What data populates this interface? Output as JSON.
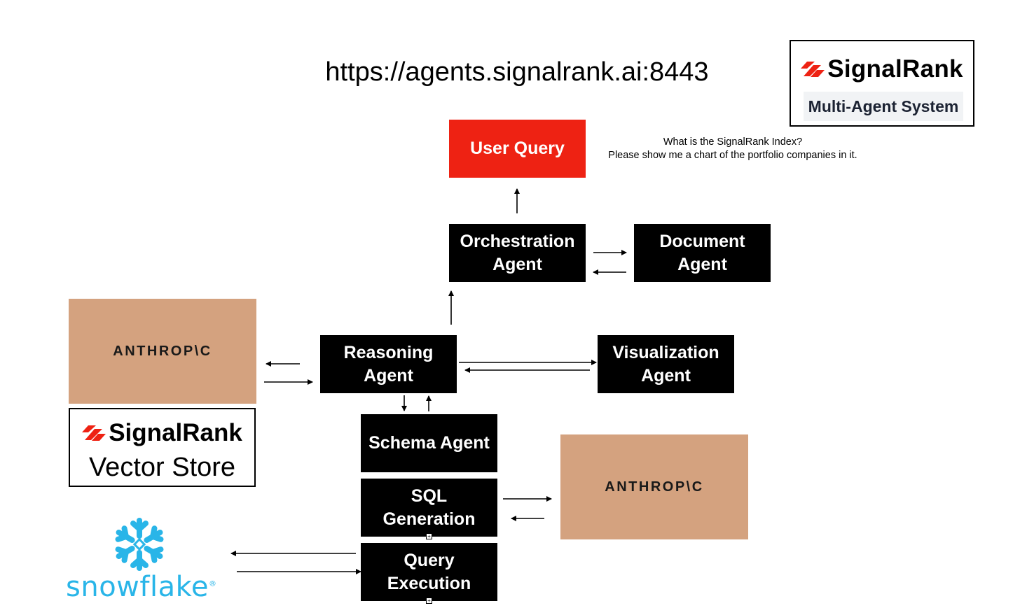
{
  "header": {
    "url": "https://agents.signalrank.ai:8443"
  },
  "brand": {
    "name": "SignalRank",
    "subtitle": "Multi-Agent System"
  },
  "query": {
    "line1": "What is the SignalRank Index?",
    "line2": "Please show me a chart of the portfolio companies in it."
  },
  "nodes": {
    "user_query": "User Query",
    "orchestration_line1": "Orchestration",
    "orchestration_line2": "Agent",
    "document_line1": "Document",
    "document_line2": "Agent",
    "reasoning_line1": "Reasoning",
    "reasoning_line2": "Agent",
    "visualization_line1": "Visualization",
    "visualization_line2": "Agent",
    "schema": "Schema Agent",
    "sql_line1": "SQL",
    "sql_line2": "Generation",
    "query_exec_line1": "Query",
    "query_exec_line2": "Execution",
    "anthropic_top": "ANTHROP\\C",
    "anthropic_bottom": "ANTHROP\\C"
  },
  "vector_store": {
    "brand": "SignalRank",
    "title": "Vector Store"
  },
  "snowflake": {
    "wordmark": "snowflake",
    "reg": "®"
  },
  "colors": {
    "signalrank_red": "#ee2213",
    "agent_black": "#000000",
    "anthropic_tan": "#d4a27f",
    "snowflake_blue": "#29b5e8"
  }
}
